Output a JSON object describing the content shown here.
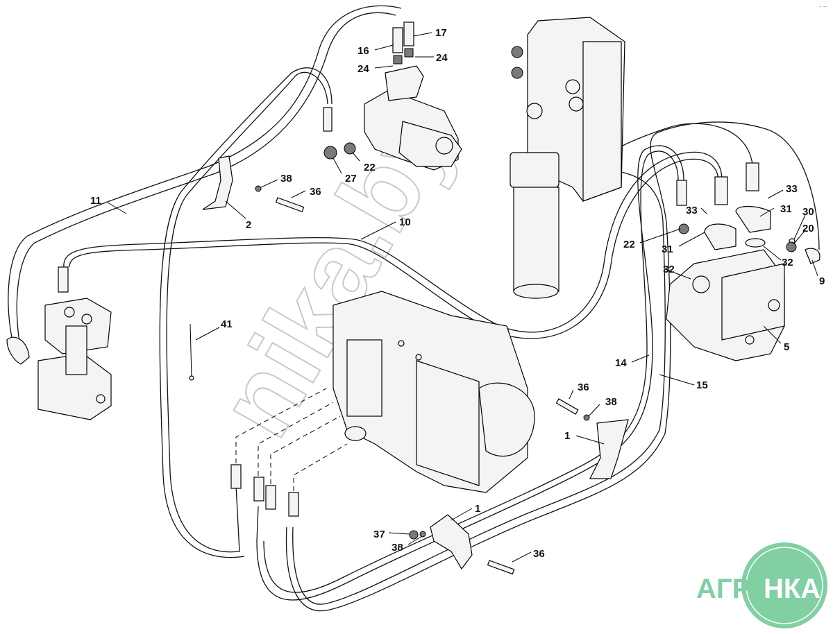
{
  "diagram": {
    "type": "exploded parts diagram (hydraulic lines)",
    "watermark": "nika.by",
    "logo": {
      "left": "АГРО",
      "right": "НКА",
      "color": "#82cfa3"
    },
    "corner_mark": "- --"
  },
  "callouts": [
    {
      "id": "c17",
      "label": "17"
    },
    {
      "id": "c16",
      "label": "16"
    },
    {
      "id": "c24a",
      "label": "24"
    },
    {
      "id": "c24b",
      "label": "24"
    },
    {
      "id": "c22a",
      "label": "22"
    },
    {
      "id": "c27",
      "label": "27"
    },
    {
      "id": "c38a",
      "label": "38"
    },
    {
      "id": "c36a",
      "label": "36"
    },
    {
      "id": "c11",
      "label": "11"
    },
    {
      "id": "c2",
      "label": "2"
    },
    {
      "id": "c10",
      "label": "10"
    },
    {
      "id": "c33a",
      "label": "33"
    },
    {
      "id": "c33b",
      "label": "33"
    },
    {
      "id": "c31a",
      "label": "31"
    },
    {
      "id": "c31b",
      "label": "31"
    },
    {
      "id": "c30",
      "label": "30"
    },
    {
      "id": "c20",
      "label": "20"
    },
    {
      "id": "c22b",
      "label": "22"
    },
    {
      "id": "c32a",
      "label": "32"
    },
    {
      "id": "c32b",
      "label": "32"
    },
    {
      "id": "c9",
      "label": "9"
    },
    {
      "id": "c5",
      "label": "5"
    },
    {
      "id": "c41",
      "label": "41"
    },
    {
      "id": "c14",
      "label": "14"
    },
    {
      "id": "c15",
      "label": "15"
    },
    {
      "id": "c36b",
      "label": "36"
    },
    {
      "id": "c38b",
      "label": "38"
    },
    {
      "id": "c1a",
      "label": "1"
    },
    {
      "id": "c1b",
      "label": "1"
    },
    {
      "id": "c37",
      "label": "37"
    },
    {
      "id": "c38c",
      "label": "38"
    },
    {
      "id": "c36c",
      "label": "36"
    }
  ]
}
